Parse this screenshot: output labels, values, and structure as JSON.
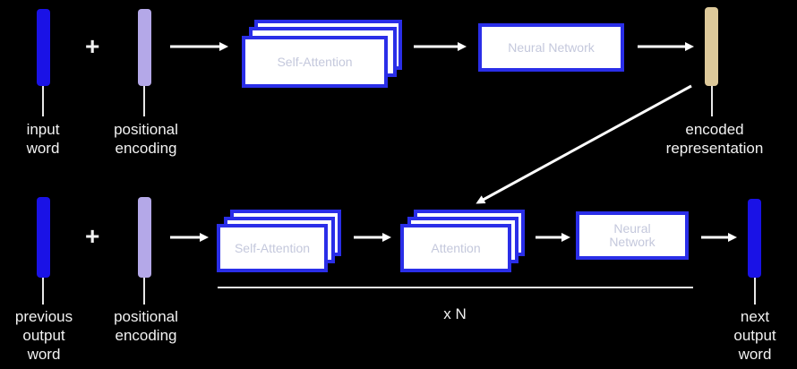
{
  "colors": {
    "word_token": "#1a12e6",
    "positional": "#b4a8e8",
    "encoded": "#ddc99a",
    "box_border": "#2a2ee8",
    "box_text": "#c4c8dc",
    "label": "#f2f2f2"
  },
  "encoder": {
    "input_label": [
      "input",
      "word"
    ],
    "plus": "+",
    "positional_label": [
      "positional",
      "encoding"
    ],
    "self_attention": "Self-Attention",
    "neural_network": "Neural Network",
    "encoded_label": [
      "encoded",
      "representation"
    ]
  },
  "decoder": {
    "input_label": [
      "previous",
      "output",
      "word"
    ],
    "plus": "+",
    "positional_label": [
      "positional",
      "encoding"
    ],
    "self_attention": "Self-Attention",
    "attention": "Attention",
    "neural_network": [
      "Neural",
      "Network"
    ],
    "repeat_label": "x N",
    "output_label": [
      "next",
      "output",
      "word"
    ]
  }
}
